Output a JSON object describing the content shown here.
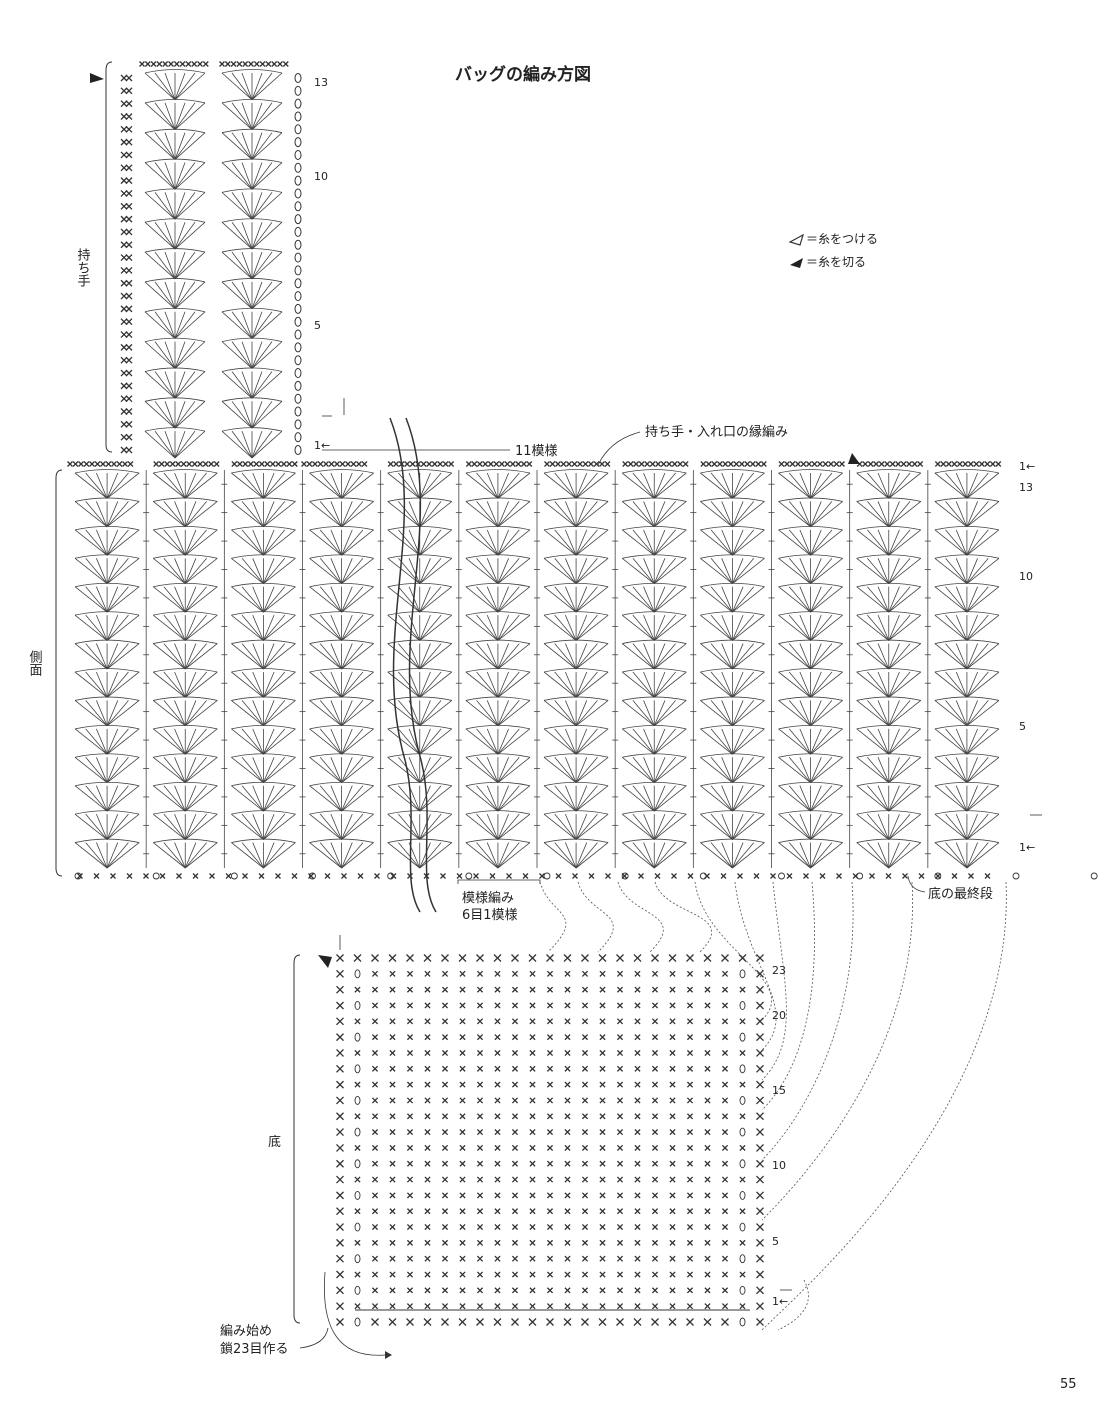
{
  "title": "バッグの編み方図",
  "legend": [
    {
      "symbol": "open-triangle-icon",
      "text": "＝糸をつける"
    },
    {
      "symbol": "filled-triangle-icon",
      "text": "＝糸を切る"
    }
  ],
  "labels": {
    "handle": "持ち手",
    "side": "側面",
    "bottom": "底",
    "repeats": "11模様",
    "edging": "持ち手・入れ口の縁編み",
    "pattern_line1": "模様編み",
    "pattern_line2": "6目1模様",
    "bottom_last_row": "底の最終段",
    "start_line1": "編み始め",
    "start_line2": "鎖23目作る"
  },
  "row_numbers": {
    "handle": [
      "13",
      "10",
      "5",
      "1←"
    ],
    "side": [
      "1←",
      "13",
      "10",
      "5",
      "1←"
    ],
    "bottom": [
      "23",
      "20",
      "15",
      "10",
      "5",
      "1←"
    ]
  },
  "page_number": "55",
  "colors": {
    "ink": "#333333",
    "background": "#ffffff"
  }
}
